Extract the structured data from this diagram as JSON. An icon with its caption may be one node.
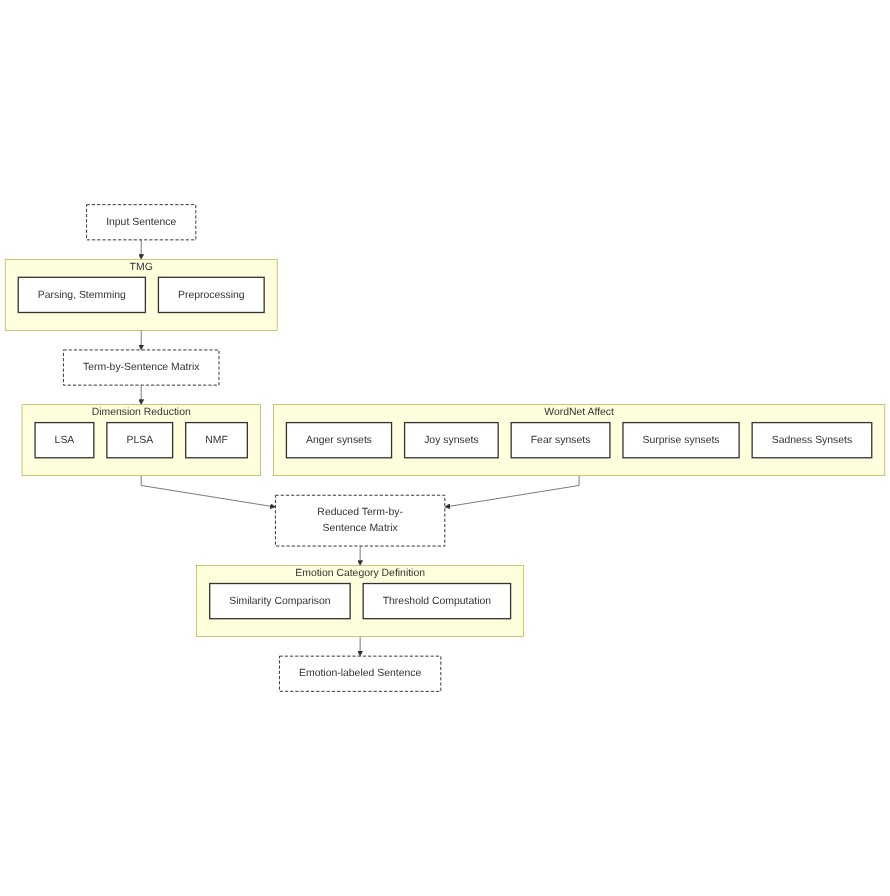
{
  "diagram": {
    "nodes": [
      {
        "text": [
          "Input Sentence"
        ]
      },
      {
        "text": [
          "TMG"
        ]
      },
      {
        "text": [
          "Parsing, Stemming"
        ],
        "in": 1
      },
      {
        "text": [
          "Preprocessing"
        ],
        "in": 1
      },
      {
        "text": [
          "Term-by-Sentence Matrix"
        ]
      },
      {
        "text": [
          "Dimension Reduction"
        ]
      },
      {
        "text": [
          "LSA"
        ],
        "in": 5
      },
      {
        "text": [
          "PLSA"
        ],
        "in": 5
      },
      {
        "text": [
          "NMF"
        ],
        "in": 5
      },
      {
        "text": [
          "Emotion Category Definition"
        ]
      },
      {
        "text": [
          "Similarity Comparison"
        ],
        "in": 9
      },
      {
        "text": [
          "Threshold Computation"
        ],
        "in": 9
      },
      {
        "text": [
          "Reduced Term-by-Sentence Matrix"
        ]
      },
      {
        "text": [
          "WordNet Affect"
        ]
      },
      {
        "text": [
          "Anger synsets"
        ],
        "in": 13
      },
      {
        "text": [
          "Joy synsets"
        ],
        "in": 13
      },
      {
        "text": [
          "Fear synsets"
        ],
        "in": 13
      },
      {
        "text": [
          "Surprise synsets"
        ],
        "in": 13
      },
      {
        "text": [
          "Sadness Synsets"
        ],
        "in": 13
      },
      {
        "text": [
          "Emotion-labeled Sentence"
        ]
      }
    ],
    "edges": [
      {
        "from": 0,
        "to": 1,
        "arrow": "to"
      },
      {
        "from": 1,
        "to": 4,
        "arrow": "to"
      },
      {
        "from": 4,
        "to": 5,
        "arrow": "to"
      },
      {
        "from": 5,
        "to": 12,
        "arrow": "to"
      },
      {
        "from": 12,
        "to": 9,
        "arrow": "to"
      },
      {
        "from": 13,
        "to": 12,
        "arrow": "to"
      },
      {
        "from": 9,
        "to": 19,
        "arrow": "to"
      }
    ]
  }
}
